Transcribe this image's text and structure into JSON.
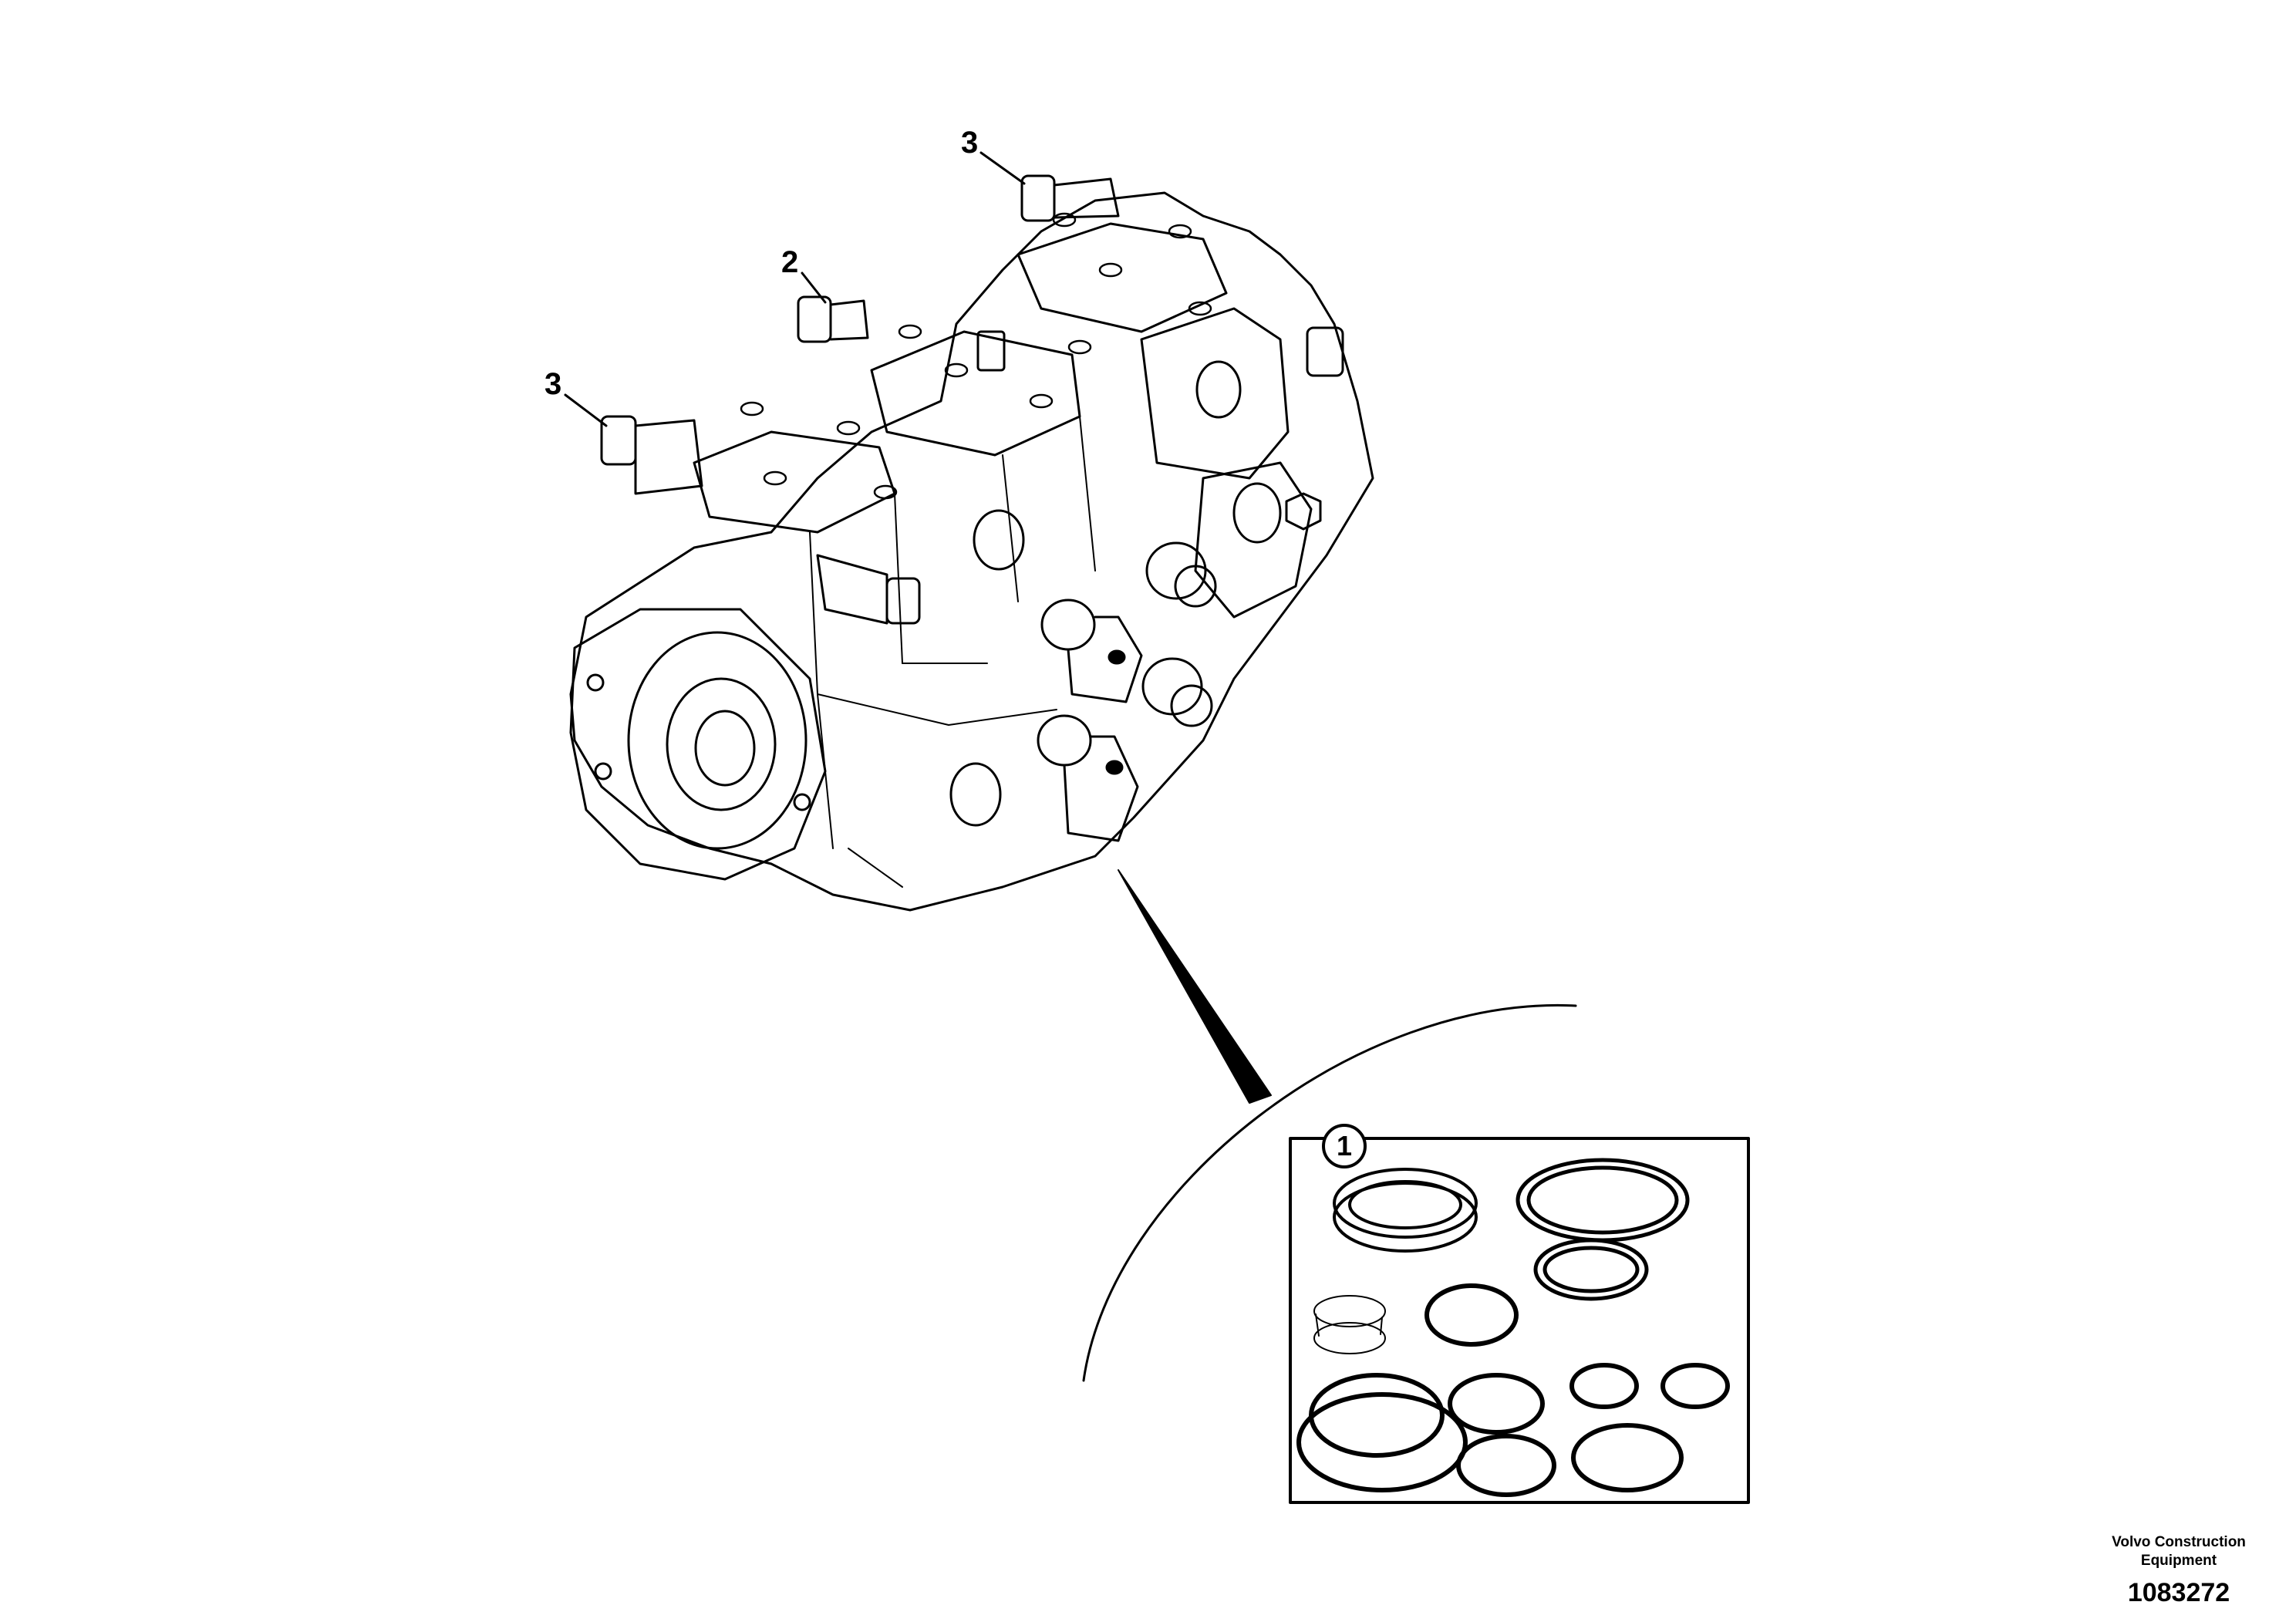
{
  "callouts": {
    "item_3_top": "3",
    "item_2": "2",
    "item_3_left": "3"
  },
  "seal_kit": {
    "item_number": "1"
  },
  "title_block": {
    "publisher_line1": "Volvo Construction",
    "publisher_line2": "Equipment",
    "document_number": "1083272"
  },
  "colors": {
    "line": "#000000",
    "background": "#ffffff"
  }
}
